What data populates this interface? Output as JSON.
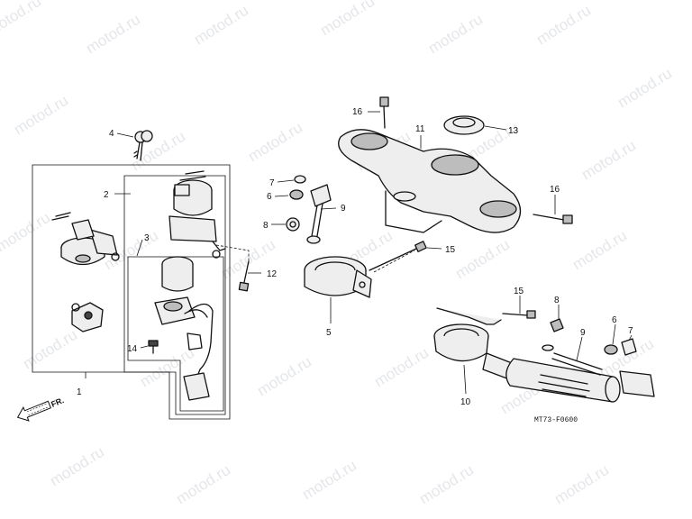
{
  "watermark": "motod.ru",
  "diagram_code": "MT73-F0600",
  "direction_label": "FR.",
  "callouts": {
    "c1": "1",
    "c2": "2",
    "c3": "3",
    "c4": "4",
    "c5": "5",
    "c6a": "6",
    "c6b": "6",
    "c7a": "7",
    "c7b": "7",
    "c8a": "8",
    "c8b": "8",
    "c9a": "9",
    "c9b": "9",
    "c10": "10",
    "c11": "11",
    "c12": "12",
    "c13": "13",
    "c14": "14",
    "c15a": "15",
    "c15b": "15",
    "c16a": "16",
    "c16b": "16"
  }
}
